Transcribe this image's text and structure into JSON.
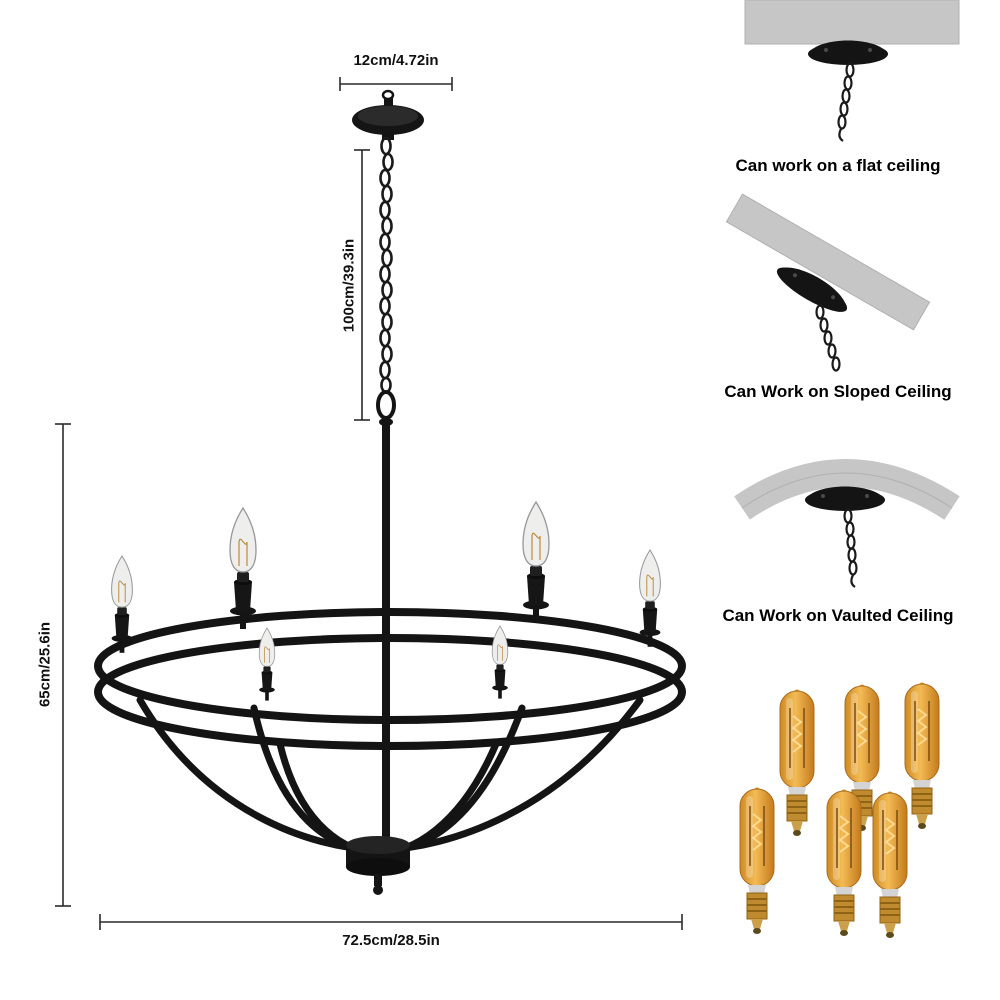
{
  "dimensions": {
    "canopy_width": "12cm/4.72in",
    "chain_length": "100cm/39.3in",
    "fixture_height": "65cm/25.6in",
    "fixture_width": "72.5cm/28.5in"
  },
  "mounting_options": [
    {
      "icon": "flat-ceiling-icon",
      "label": "Can work on a flat ceiling"
    },
    {
      "icon": "sloped-ceiling-icon",
      "label": "Can Work on Sloped Ceiling"
    },
    {
      "icon": "vaulted-ceiling-icon",
      "label": "Can Work on Vaulted Ceiling"
    }
  ],
  "bulbs": {
    "icon": "edison-bulb-icon",
    "count": 6
  },
  "colors": {
    "fixture": "#141414",
    "ceiling_gray": "#c6c6c6",
    "bulb_glass": "#e9a93f",
    "bulb_base": "#c08a2e",
    "dimension_line": "#2a2a2a",
    "background": "#ffffff"
  }
}
